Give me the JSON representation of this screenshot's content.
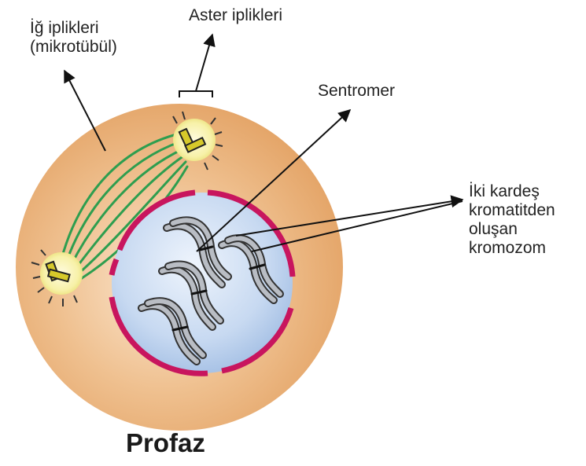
{
  "labels": {
    "spindle_line1": "İğ iplikleri",
    "spindle_line2": "(mikrotübül)",
    "aster": "Aster iplikleri",
    "centromere": "Sentromer",
    "chromosome_line1": "İki kardeş",
    "chromosome_line2": "kromatitden",
    "chromosome_line3": "oluşan",
    "chromosome_line4": "kromozom"
  },
  "title": "Profaz",
  "colors": {
    "cytoplasm": "#e8ad72",
    "nucleus": "#c9dcf3",
    "nuclear_envelope": "#c8155e",
    "spindle_fiber": "#2e9e4f",
    "centrosome_glow": "#f8f3b5",
    "centriole": "#d6c92a",
    "chromatid": "#b9bdc4"
  }
}
